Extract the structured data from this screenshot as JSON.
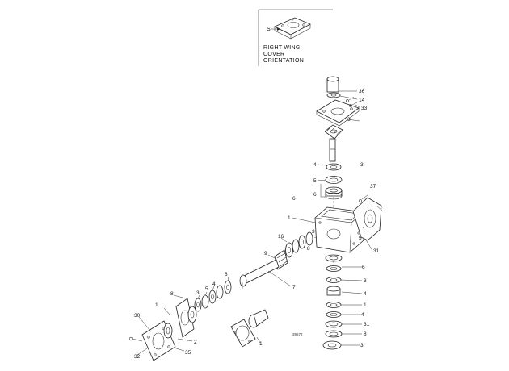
{
  "inset": {
    "caption_lines": [
      "RIGHT WING",
      "COVER",
      "ORIENTATION"
    ],
    "arrow_label": "S"
  },
  "callouts": [
    {
      "id": "c-36",
      "text": "36"
    },
    {
      "id": "c-14",
      "text": "14"
    },
    {
      "id": "c-33a",
      "text": "33"
    },
    {
      "id": "c-4a",
      "text": "4"
    },
    {
      "id": "c-3a",
      "text": "3"
    },
    {
      "id": "c-5a",
      "text": "5"
    },
    {
      "id": "c-6a",
      "text": "6"
    },
    {
      "id": "c-37",
      "text": "37"
    },
    {
      "id": "c-1a",
      "text": "1"
    },
    {
      "id": "c-3b",
      "text": "3"
    },
    {
      "id": "c-5b",
      "text": "5"
    },
    {
      "id": "c-31a",
      "text": "31"
    },
    {
      "id": "c-8a",
      "text": "8"
    },
    {
      "id": "c-6b",
      "text": "6"
    },
    {
      "id": "c-3c",
      "text": "3"
    },
    {
      "id": "c-4b",
      "text": "4"
    },
    {
      "id": "c-1b",
      "text": "1"
    },
    {
      "id": "c-4c",
      "text": "4"
    },
    {
      "id": "c-31b",
      "text": "31"
    },
    {
      "id": "c-8b",
      "text": "8"
    },
    {
      "id": "c-3d",
      "text": "3"
    },
    {
      "id": "c-16",
      "text": "16"
    },
    {
      "id": "c-9",
      "text": "9"
    },
    {
      "id": "c-7",
      "text": "7"
    },
    {
      "id": "c-6c",
      "text": "6"
    },
    {
      "id": "c-4d",
      "text": "4"
    },
    {
      "id": "c-5c",
      "text": "5"
    },
    {
      "id": "c-3e",
      "text": "3"
    },
    {
      "id": "c-8c",
      "text": "8"
    },
    {
      "id": "c-1c",
      "text": "1"
    },
    {
      "id": "c-30",
      "text": "30"
    },
    {
      "id": "c-2",
      "text": "2"
    },
    {
      "id": "c-32",
      "text": "32"
    },
    {
      "id": "c-35",
      "text": "35"
    },
    {
      "id": "c-1d",
      "text": "1"
    },
    {
      "id": "c-3f",
      "text": "3"
    },
    {
      "id": "c-6d",
      "text": "6"
    }
  ],
  "figure_id": "39672"
}
